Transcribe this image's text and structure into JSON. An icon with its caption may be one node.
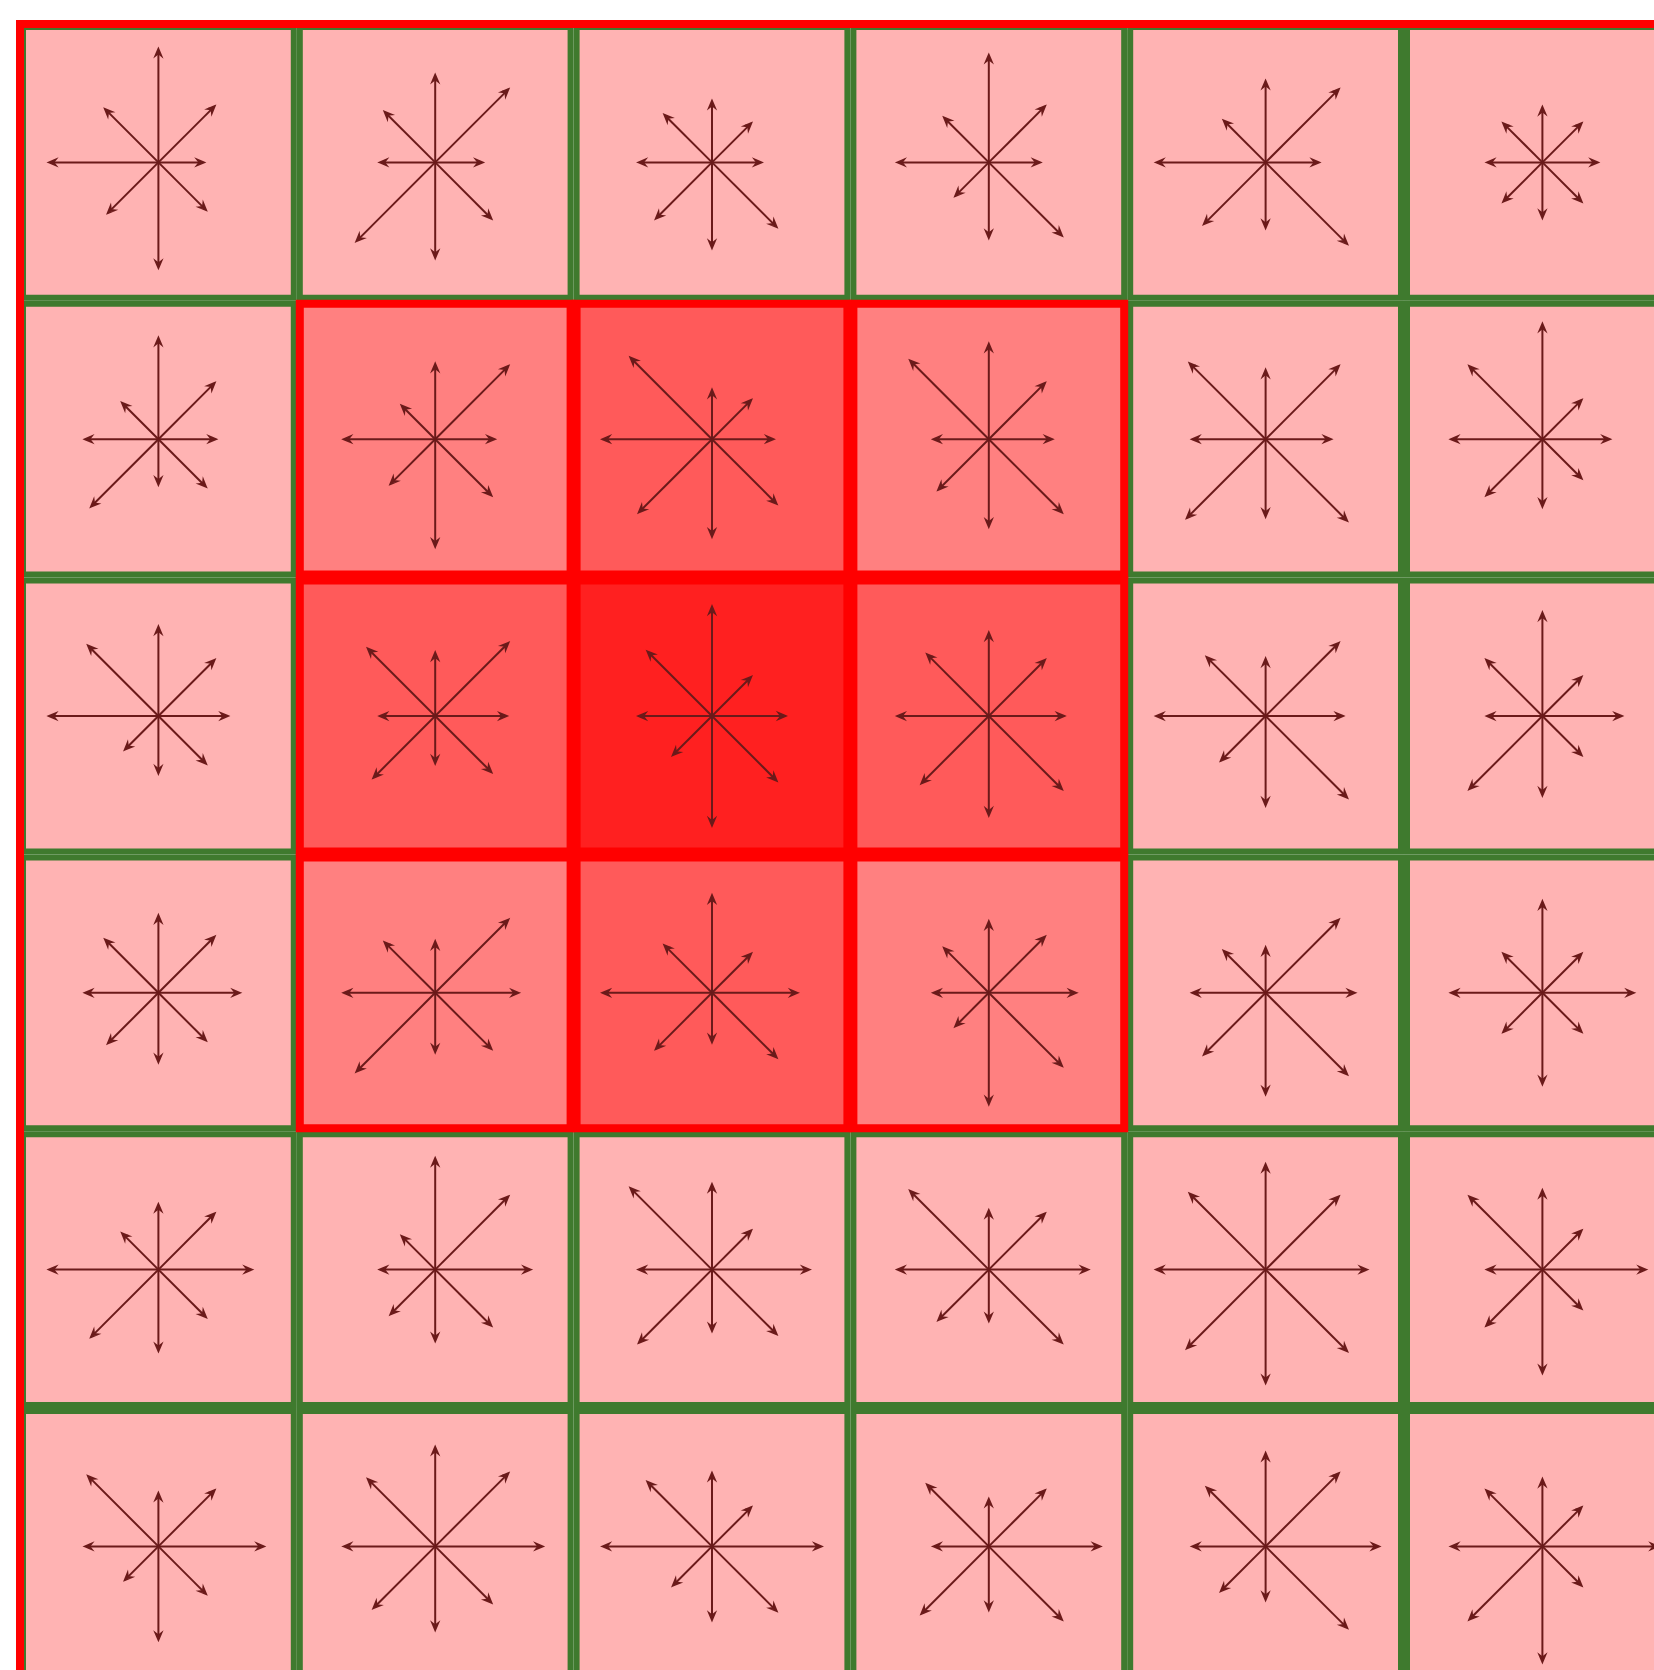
{
  "diagram": {
    "nodes": [
      {
        "text": [],
        "shape": "box"
      },
      {
        "text": [],
        "shape": "box"
      },
      {
        "text": [],
        "shape": "box"
      },
      {
        "text": [],
        "shape": "box"
      },
      {
        "text": [],
        "shape": "box"
      },
      {
        "text": [],
        "shape": "box"
      },
      {
        "text": [],
        "shape": "box"
      },
      {
        "text": [],
        "shape": "box"
      },
      {
        "text": [],
        "shape": "box"
      },
      {
        "text": [],
        "shape": "box"
      },
      {
        "text": [],
        "shape": "box"
      },
      {
        "text": [],
        "shape": "box"
      },
      {
        "text": [],
        "shape": "box"
      },
      {
        "text": [],
        "shape": "box"
      },
      {
        "text": [],
        "shape": "box"
      },
      {
        "text": [],
        "shape": "box"
      },
      {
        "text": [],
        "shape": "box"
      },
      {
        "text": [],
        "shape": "box"
      },
      {
        "text": [],
        "shape": "box"
      },
      {
        "text": [],
        "shape": "box"
      },
      {
        "text": [],
        "shape": "box"
      },
      {
        "text": [],
        "shape": "box"
      },
      {
        "text": [],
        "shape": "box"
      },
      {
        "text": [],
        "shape": "box"
      },
      {
        "text": [],
        "shape": "box"
      },
      {
        "text": [],
        "shape": "box"
      },
      {
        "text": [],
        "shape": "box"
      },
      {
        "text": [],
        "shape": "box"
      },
      {
        "text": [],
        "shape": "box"
      },
      {
        "text": [],
        "shape": "box"
      },
      {
        "text": [],
        "shape": "box"
      },
      {
        "text": [],
        "shape": "box"
      },
      {
        "text": [],
        "shape": "box"
      },
      {
        "text": [],
        "shape": "box"
      },
      {
        "text": [],
        "shape": "box"
      },
      {
        "text": [],
        "shape": "box"
      }
    ]
  }
}
